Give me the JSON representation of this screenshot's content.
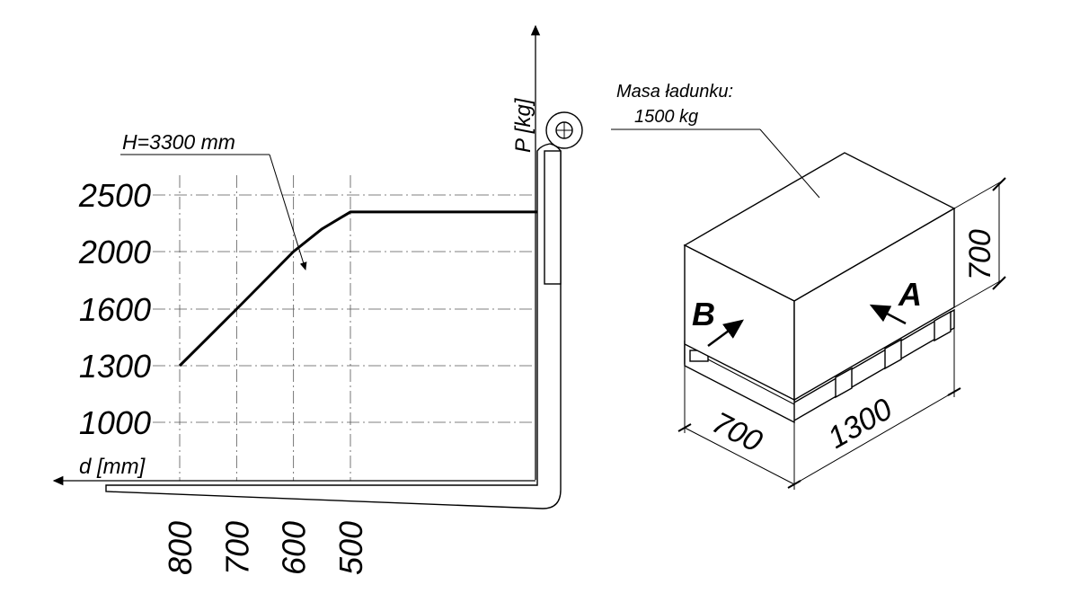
{
  "chart_data": {
    "type": "line",
    "ylabel": "P [kg]",
    "xlabel": "d [mm]",
    "curve_label": "H=3300 mm",
    "y_ticks": [
      "2500",
      "2000",
      "1600",
      "1300",
      "1000"
    ],
    "x_ticks": [
      "800",
      "700",
      "600",
      "500"
    ],
    "series": [
      {
        "name": "H=3300 mm",
        "points": [
          {
            "d": 800,
            "P": 1300
          },
          {
            "d": 750,
            "P": 1450
          },
          {
            "d": 700,
            "P": 1600
          },
          {
            "d": 650,
            "P": 1800
          },
          {
            "d": 600,
            "P": 2000
          },
          {
            "d": 550,
            "P": 2200
          },
          {
            "d": 500,
            "P": 2350
          },
          {
            "d": 170,
            "P": 2350
          }
        ]
      }
    ]
  },
  "load": {
    "mass_label": "Masa ładunku:",
    "mass_value": "1500 kg",
    "dim_height": "700",
    "dim_width": "700",
    "dim_length": "1300",
    "side_a": "A",
    "side_b": "B"
  }
}
